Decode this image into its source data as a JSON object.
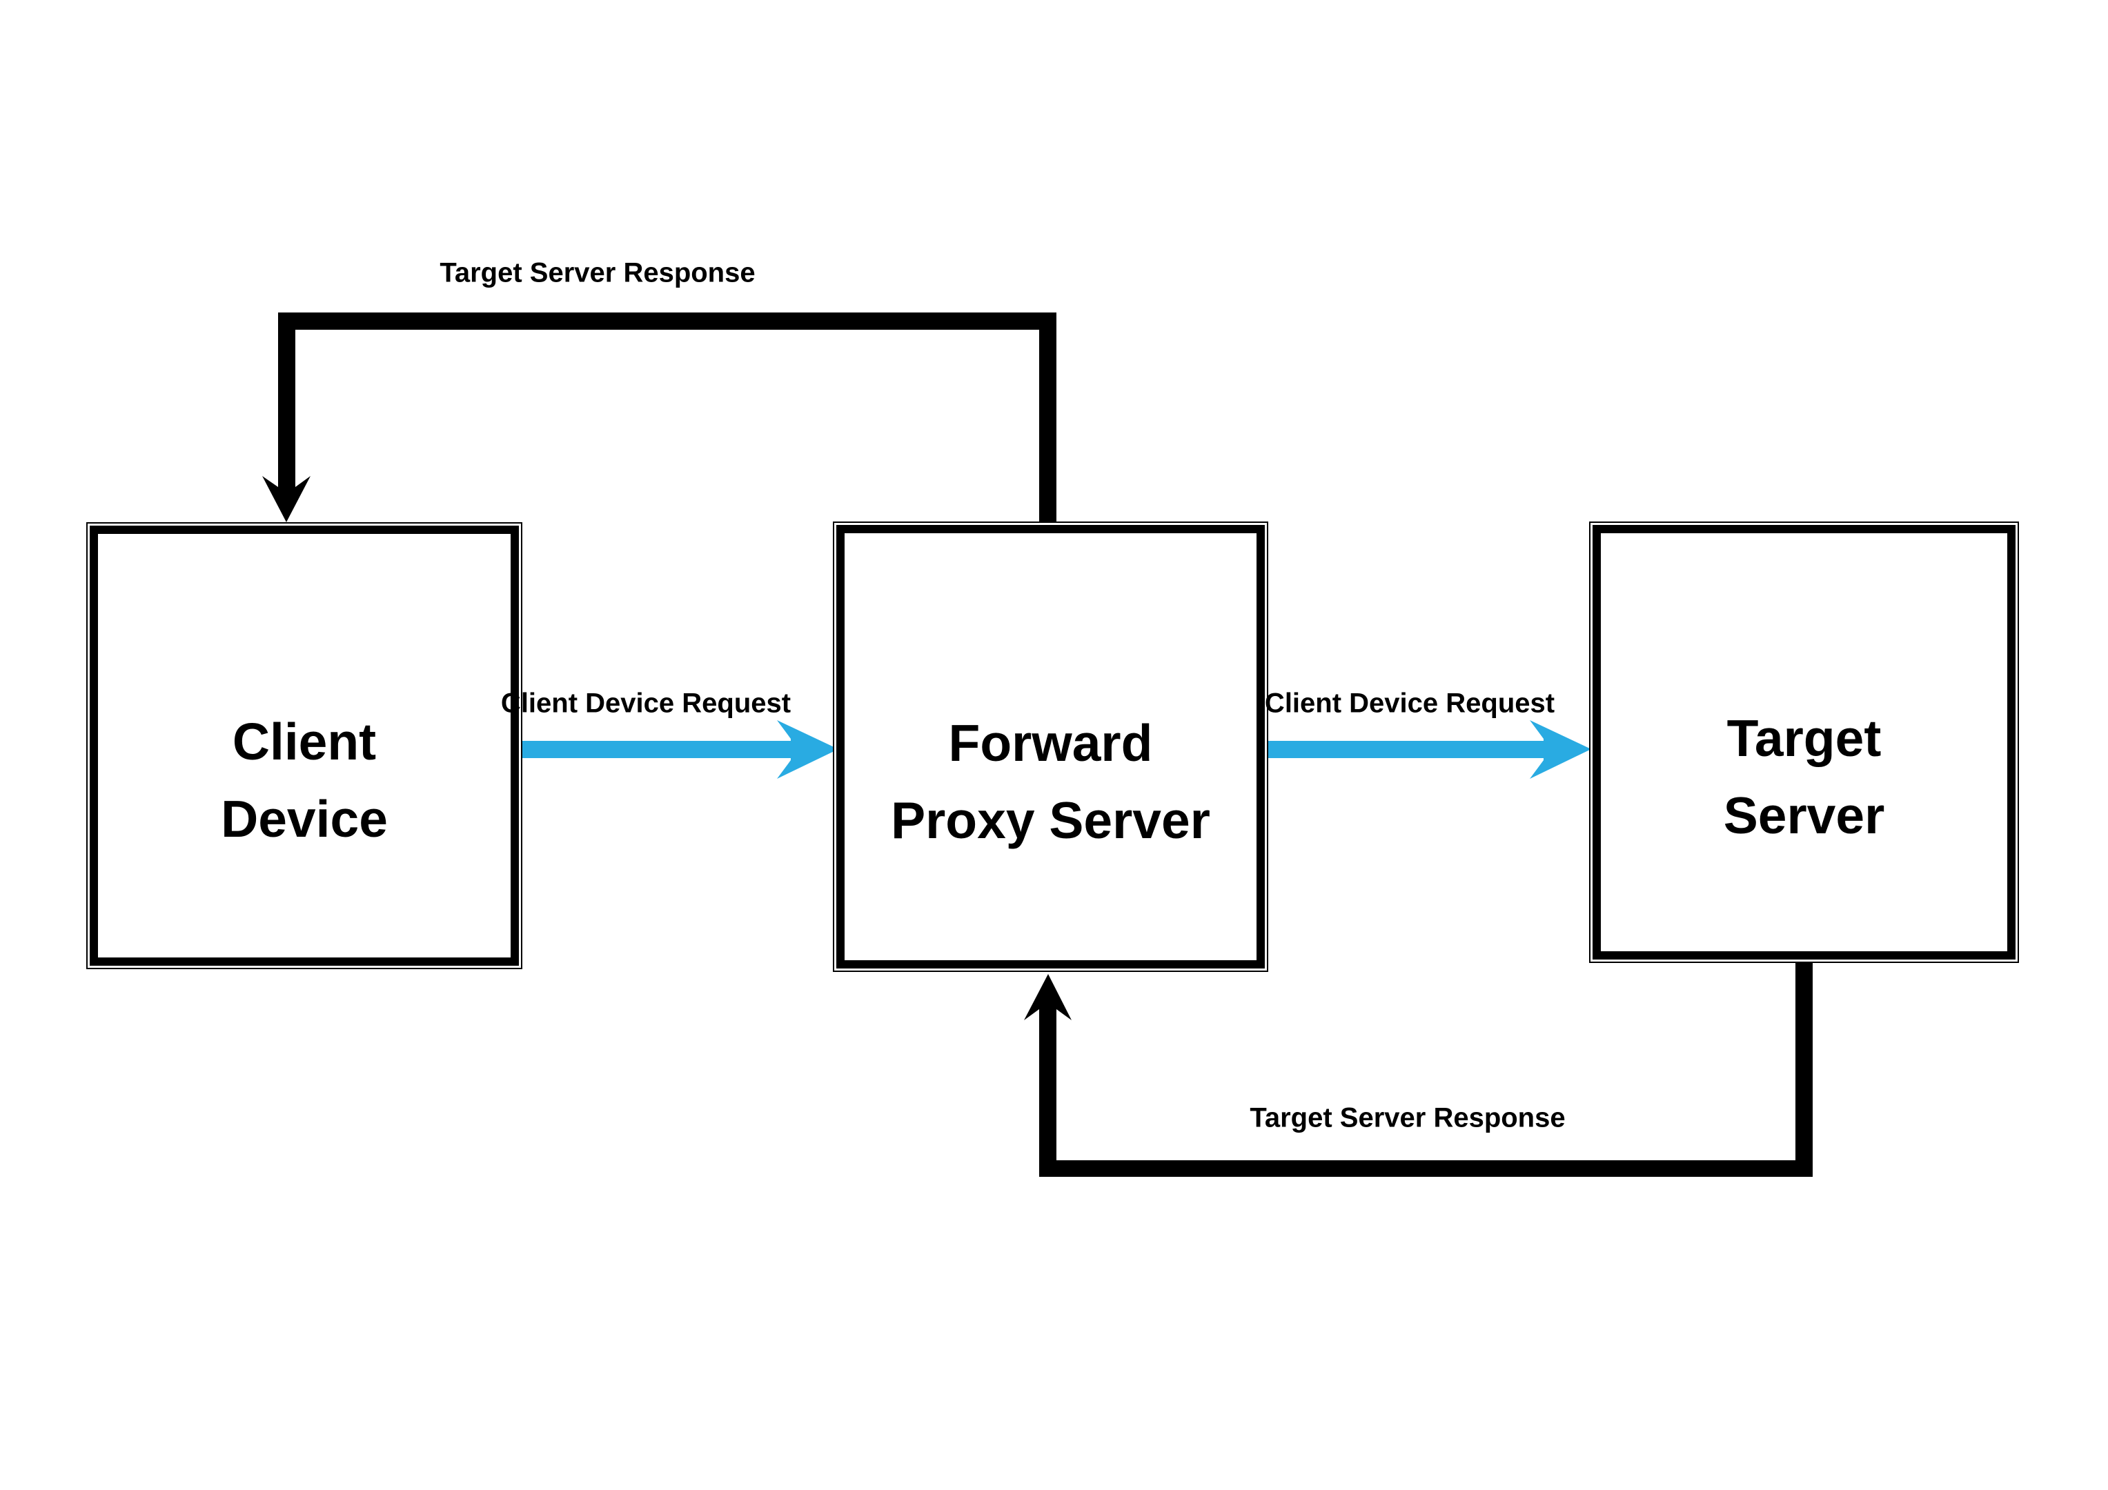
{
  "diagram": {
    "background_color": "#ffffff",
    "nodes": [
      {
        "id": "client-device",
        "label": "Client\nDevice"
      },
      {
        "id": "forward-proxy-server",
        "label": "Forward\nProxy Server"
      },
      {
        "id": "target-server",
        "label": "Target\nServer"
      }
    ],
    "edges": [
      {
        "id": "request-client-to-proxy",
        "label": "Client Device Request",
        "from": "Client Device",
        "to": "Forward Proxy Server",
        "color": "#29abe2"
      },
      {
        "id": "request-proxy-to-target",
        "label": "Client Device Request",
        "from": "Forward Proxy Server",
        "to": "Target Server",
        "color": "#29abe2"
      },
      {
        "id": "response-proxy-to-client",
        "label": "Target Server Response",
        "from": "Forward Proxy Server",
        "to": "Client Device",
        "color": "#000000"
      },
      {
        "id": "response-target-to-proxy",
        "label": "Target Server Response",
        "from": "Target Server",
        "to": "Forward Proxy Server",
        "color": "#000000"
      }
    ]
  }
}
